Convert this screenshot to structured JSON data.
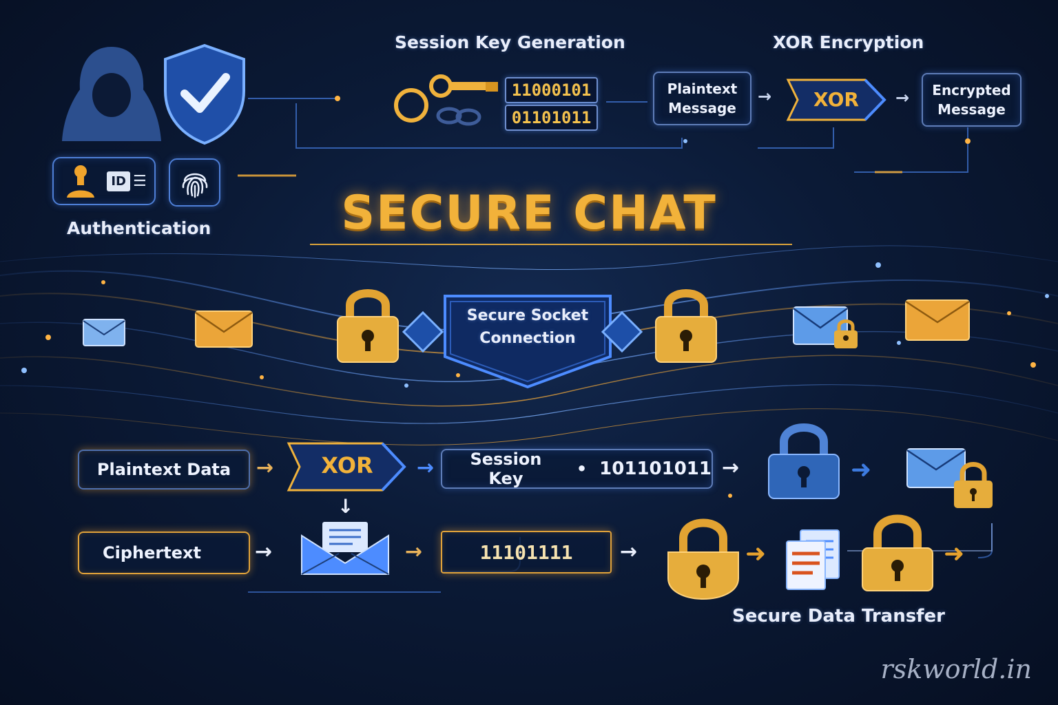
{
  "title": "SECURE CHAT",
  "labels": {
    "session_key_generation": "Session Key Generation",
    "xor_encryption": "XOR Encryption",
    "authentication": "Authentication",
    "secure_data_transfer": "Secure Data Transfer"
  },
  "top_flow": {
    "binary_1": "11000101",
    "binary_2": "01101011",
    "plaintext_message": "Plaintext Message",
    "xor": "XOR",
    "encrypted_message": "Encrypted Message"
  },
  "auth": {
    "id_badge": "ID"
  },
  "socket": {
    "label": "Secure Socket Connection"
  },
  "bottom_flow": {
    "plaintext_data": "Plaintext Data",
    "xor": "XOR",
    "session_key": "Session Key",
    "session_key_value": "101101011",
    "ciphertext": "Ciphertext",
    "cipher_value": "11101111"
  },
  "watermark": "rskworld.in",
  "colors": {
    "gold": "#f2b23a",
    "blue_accent": "#3d7be0",
    "background": "#0b1a36"
  },
  "icons": [
    "hacker-icon",
    "shield-check-icon",
    "key-icon",
    "chain-icon",
    "padlock-icon",
    "envelope-icon",
    "fingerprint-icon",
    "id-card-icon",
    "user-badge-icon",
    "document-icon"
  ]
}
